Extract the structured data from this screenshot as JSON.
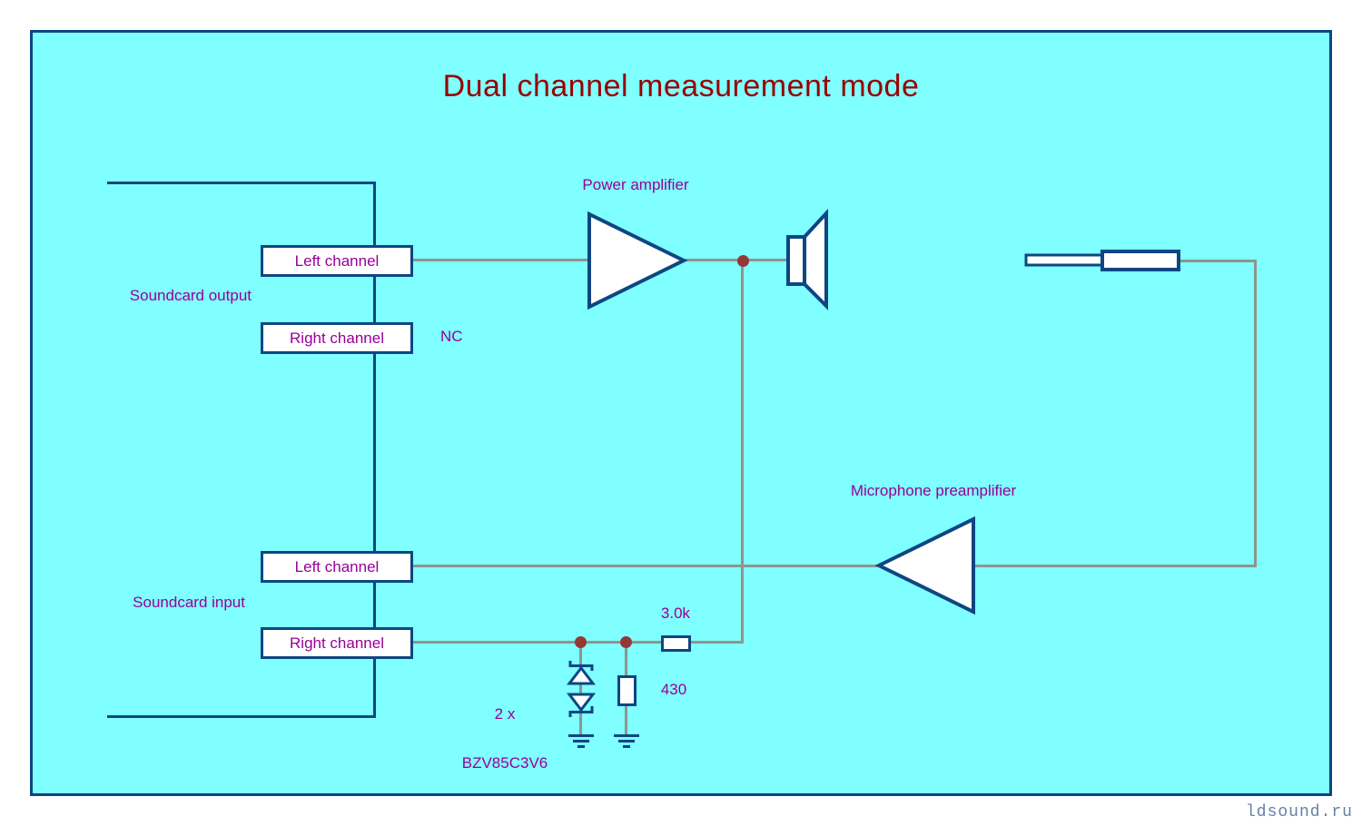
{
  "title": "Dual channel measurement mode",
  "watermark": "ldsound.ru",
  "soundcard": {
    "output_group_label": "Soundcard output",
    "input_group_label": "Soundcard input",
    "output_left": "Left channel",
    "output_right": "Right channel",
    "input_left": "Left channel",
    "input_right": "Right channel",
    "output_right_status": "NC"
  },
  "blocks": {
    "power_amplifier": "Power amplifier",
    "microphone_preamplifier": "Microphone preamplifier"
  },
  "components": {
    "series_resistor_value": "3.0k",
    "shunt_resistor_value": "430",
    "zener_line1": "2 x",
    "zener_line2": "BZV85C3V6"
  },
  "icons": {
    "power_amp_triangle": "amplifier-triangle-icon",
    "preamp_triangle": "amplifier-triangle-icon",
    "speaker": "speaker-icon",
    "microphone": "microphone-icon",
    "zener_pair": "back-to-back-zener-icon",
    "ground": "ground-icon"
  },
  "colors": {
    "background": "#7FFFFF",
    "outline": "#0E4682",
    "wire": "#8F948F",
    "junction": "#943835",
    "label": "#990099",
    "title": "#990000",
    "watermark": "#6680A6"
  }
}
